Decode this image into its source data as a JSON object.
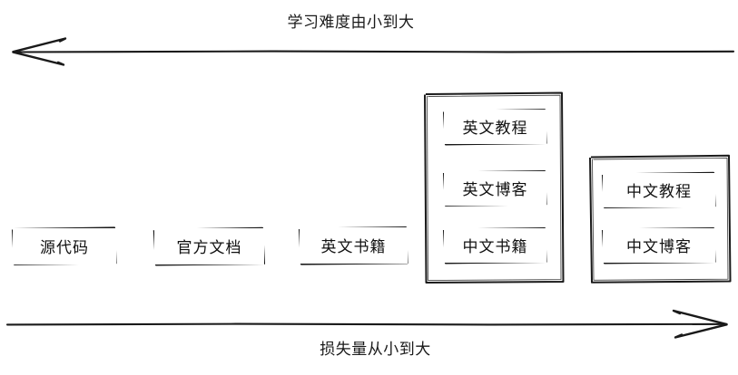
{
  "diagram": {
    "title_top": "学习难度由小到大",
    "title_bottom": "损失量从小到大",
    "stroke_color": "#1a1a1a",
    "background_color": "#ffffff",
    "axes": [
      {
        "name": "top-axis",
        "label": "学习难度由小到大",
        "direction": "left",
        "position": "top"
      },
      {
        "name": "bottom-axis",
        "label": "损失量从小到大",
        "direction": "right",
        "position": "bottom"
      }
    ],
    "nodes": [
      {
        "id": "source-code",
        "label": "源代码"
      },
      {
        "id": "official-docs",
        "label": "官方文档"
      },
      {
        "id": "english-books",
        "label": "英文书籍"
      },
      {
        "id": "english-tutorials",
        "label": "英文教程"
      },
      {
        "id": "english-blogs",
        "label": "英文博客"
      },
      {
        "id": "chinese-books",
        "label": "中文书籍"
      },
      {
        "id": "chinese-tutorials",
        "label": "中文教程"
      },
      {
        "id": "chinese-blogs",
        "label": "中文博客"
      }
    ],
    "groups": [
      {
        "id": "group-english-mid",
        "members": [
          "英文教程",
          "英文博客",
          "中文书籍"
        ]
      },
      {
        "id": "group-chinese",
        "members": [
          "中文教程",
          "中文博客"
        ]
      }
    ]
  }
}
